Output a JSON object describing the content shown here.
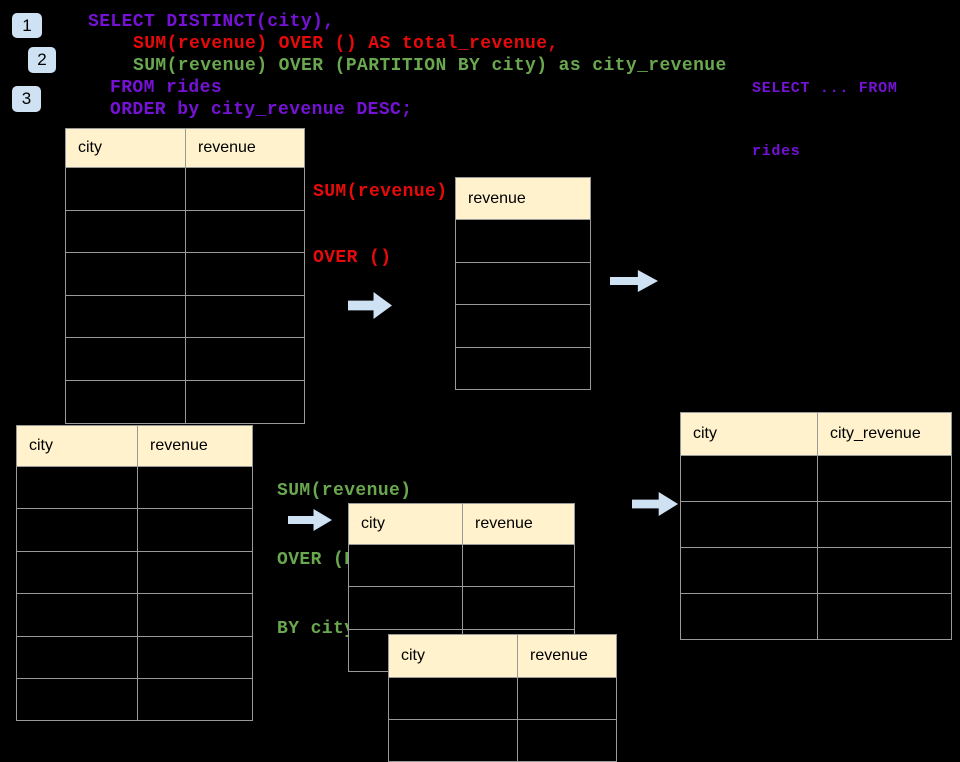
{
  "colors": {
    "bg": "#000000",
    "purple": "#7612d6",
    "red": "#e80a0a",
    "green": "#6aa84f",
    "badge-bg": "#cfe2f3",
    "arrow": "#cfe2f3",
    "header-bg": "#fff2cc",
    "table-border": "#999999"
  },
  "badges": [
    {
      "label": "1"
    },
    {
      "label": "2"
    },
    {
      "label": "3"
    }
  ],
  "sql_code": {
    "line1": "SELECT DISTINCT(city),",
    "line2": "SUM(revenue) OVER () AS total_revenue,",
    "line3": "SUM(revenue) OVER (PARTITION BY city) as city_revenue",
    "line4": "FROM rides",
    "line5": "ORDER by city_revenue DESC;"
  },
  "corner_note": {
    "line1": "SELECT ... FROM",
    "line2": "rides"
  },
  "annotations": {
    "total_revenue": {
      "line1": "SUM(revenue)",
      "line2": "OVER ()"
    },
    "partition": {
      "line1": "SUM(revenue)",
      "line2": "OVER (PARTITION",
      "line3": "BY city)"
    }
  },
  "tables": {
    "source_top": {
      "headers": [
        "city",
        "revenue"
      ],
      "rows": 6
    },
    "total_result": {
      "headers": [
        "revenue"
      ],
      "rows": 4
    },
    "source_bottom": {
      "headers": [
        "city",
        "revenue"
      ],
      "rows": 6
    },
    "partition_step": {
      "headers": [
        "city",
        "revenue"
      ],
      "rows": 3
    },
    "partition_step2": {
      "headers": [
        "city",
        "revenue"
      ],
      "rows": 2
    },
    "final_result": {
      "headers": [
        "city",
        "city_revenue"
      ],
      "rows": 4
    }
  }
}
